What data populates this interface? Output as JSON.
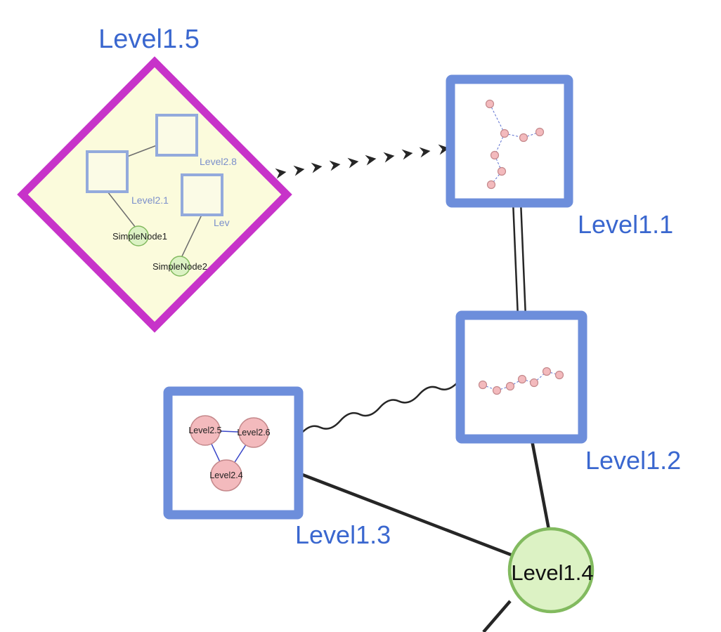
{
  "diagram": {
    "type": "nested-graph",
    "nodes": {
      "level15": {
        "label": "Level1.5",
        "shape": "diamond",
        "role": "group"
      },
      "level11": {
        "label": "Level1.1",
        "shape": "square",
        "role": "group"
      },
      "level12": {
        "label": "Level1.2",
        "shape": "square",
        "role": "group"
      },
      "level13": {
        "label": "Level1.3",
        "shape": "square",
        "role": "group"
      },
      "level14": {
        "label": "Level1.4",
        "shape": "circle",
        "role": "node"
      },
      "level28": {
        "label": "Level2.8",
        "shape": "square",
        "role": "child-of-level15"
      },
      "level21": {
        "label": "Level2.1",
        "shape": "square",
        "role": "child-of-level15"
      },
      "levTrunc": {
        "label": "Lev",
        "shape": "square",
        "role": "child-of-level15"
      },
      "simpleNode1": {
        "label": "SimpleNode1",
        "shape": "circle",
        "role": "child-of-level15"
      },
      "simpleNode2": {
        "label": "SimpleNode2",
        "shape": "circle",
        "role": "child-of-level15"
      },
      "level25": {
        "label": "Level2.5",
        "shape": "circle",
        "role": "child-of-level13"
      },
      "level26": {
        "label": "Level2.6",
        "shape": "circle",
        "role": "child-of-level13"
      },
      "level24": {
        "label": "Level2.4",
        "shape": "circle",
        "role": "child-of-level13"
      }
    },
    "edges": [
      {
        "from": "level15",
        "to": "level11",
        "style": "dashed-chevron-arrow"
      },
      {
        "from": "level11",
        "to": "level12",
        "style": "double-line"
      },
      {
        "from": "level13",
        "to": "level12",
        "style": "wavy"
      },
      {
        "from": "level13",
        "to": "level14",
        "style": "solid"
      },
      {
        "from": "level12",
        "to": "level14",
        "style": "solid"
      },
      {
        "from": "level14",
        "to": "offscreen-bottom",
        "style": "solid"
      },
      {
        "from": "level21",
        "to": "level28",
        "style": "thin-gray"
      },
      {
        "from": "level21",
        "to": "simpleNode1",
        "style": "thin-gray"
      },
      {
        "from": "levTrunc",
        "to": "simpleNode2",
        "style": "thin-gray"
      },
      {
        "from": "level25",
        "to": "level26",
        "style": "thin-blue"
      },
      {
        "from": "level25",
        "to": "level24",
        "style": "thin-blue"
      },
      {
        "from": "level26",
        "to": "level24",
        "style": "thin-blue"
      }
    ],
    "colors": {
      "label_blue": "#3a67cf",
      "diamond_stroke": "#c733c9",
      "diamond_fill": "#fbfbdc",
      "group_border_blue": "#6d8edb",
      "inner_square_stroke": "#93aadc",
      "inner_square_fill": "#fbfbe6",
      "inner_label_blue": "#7b8fcb",
      "pink_node_fill": "#f3babd",
      "pink_node_stroke": "#c4888b",
      "green_node_fill": "#dcf2c4",
      "green_node_stroke": "#82ba5f",
      "edge_black": "#262626",
      "mini_edge_blue": "#5b6fd0",
      "triangle_edge_blue": "#3946c8",
      "background": "#ffffff"
    }
  }
}
